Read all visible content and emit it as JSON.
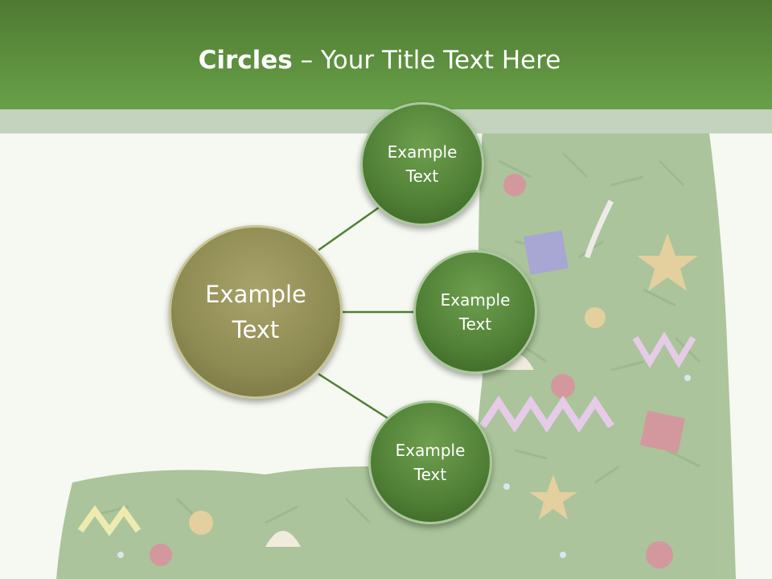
{
  "title": {
    "bold": "Circles",
    "rest": " – Your Title Text Here"
  },
  "diagram": {
    "center": {
      "line1": "Example",
      "line2": "Text"
    },
    "nodes": [
      {
        "line1": "Example",
        "line2": "Text"
      },
      {
        "line1": "Example",
        "line2": "Text"
      },
      {
        "line1": "Example",
        "line2": "Text"
      }
    ]
  },
  "colors": {
    "header": "#5a8c3c",
    "band": "#c3d3bd",
    "center_circle": "#8d8a52",
    "node_circle": "#4f7f35",
    "connector": "#4f7f35"
  }
}
